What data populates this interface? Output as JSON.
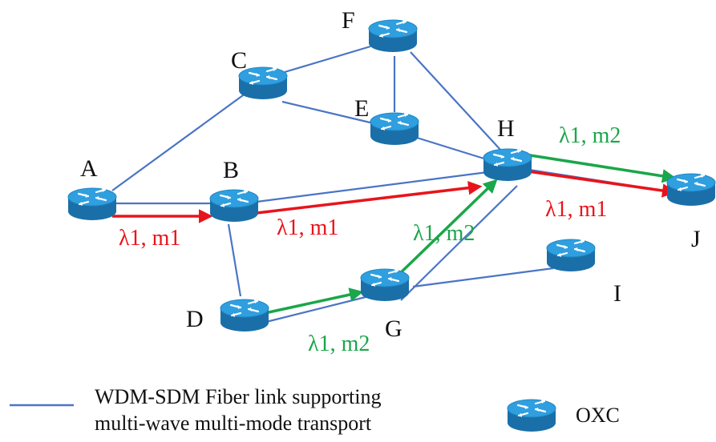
{
  "nodes": {
    "A": "A",
    "B": "B",
    "C": "C",
    "D": "D",
    "E": "E",
    "F": "F",
    "G": "G",
    "H": "H",
    "I": "I",
    "J": "J"
  },
  "paths": {
    "red_ab": "λ1, m1",
    "red_bh": "λ1, m1",
    "red_hj": "λ1, m1",
    "green_dg": "λ1, m2",
    "green_gh": "λ1, m2",
    "green_hj": "λ1, m2"
  },
  "legend": {
    "link_line1": "WDM-SDM Fiber link supporting",
    "link_line2": "multi-wave multi-mode transport",
    "oxc": "OXC"
  },
  "colors": {
    "link": "#4a74c6",
    "red_path": "#e8141b",
    "green_path": "#1aa64a",
    "router_top": "#2f9fe0",
    "router_side": "#1a6fa8"
  }
}
